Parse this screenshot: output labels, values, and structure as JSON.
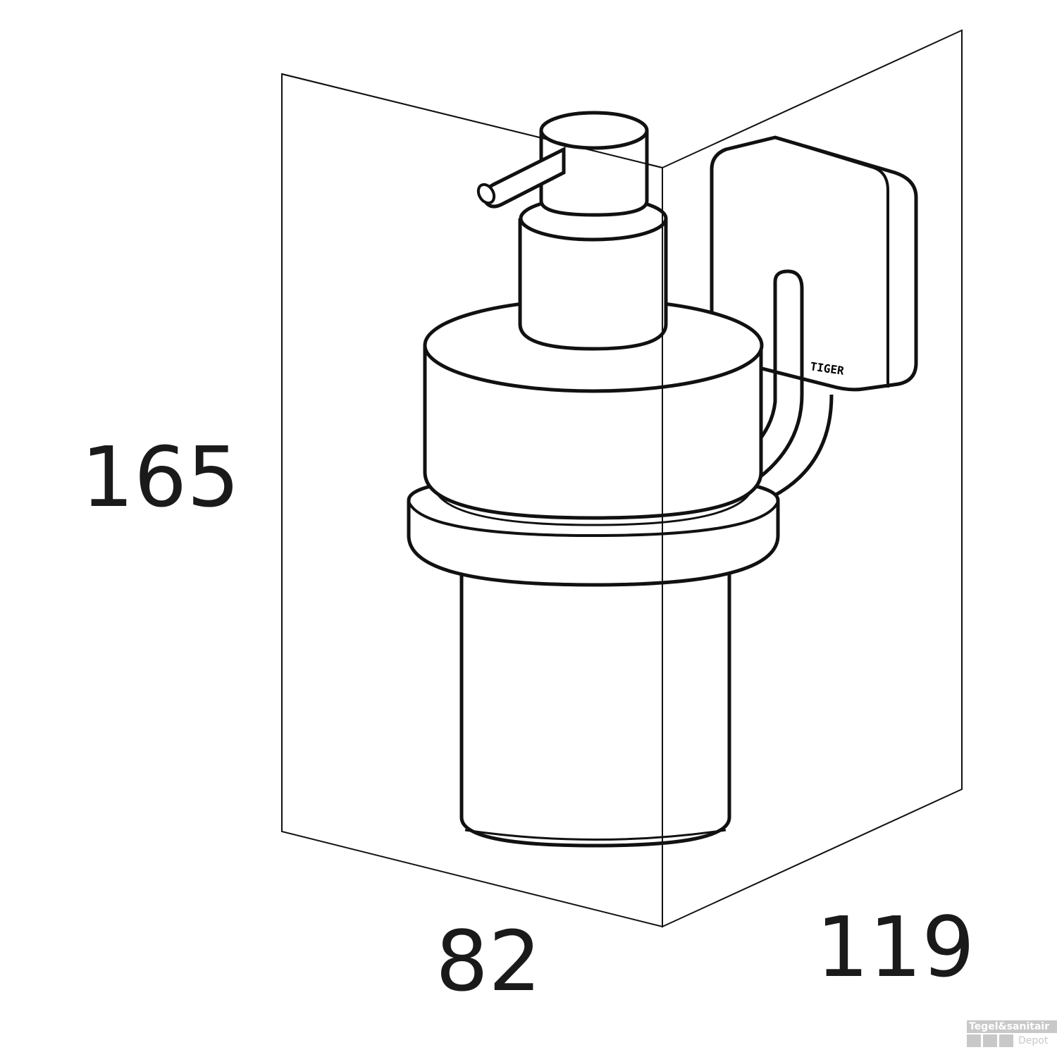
{
  "dimensions": {
    "height": "165",
    "width": "82",
    "depth": "119"
  },
  "product_logo": "TIGER",
  "watermark": {
    "line1": "Tegel&sanitair",
    "line2": "Depot"
  },
  "colors": {
    "line": "#111111",
    "watermark": "#c8c8c8"
  }
}
